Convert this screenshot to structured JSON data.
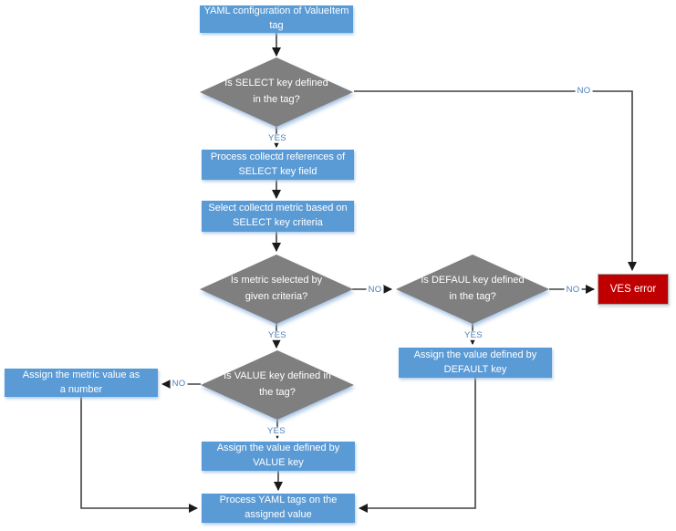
{
  "diagram": {
    "nodes": {
      "yaml_config": "YAML configuration of ValueItem tag",
      "select_key": "Is SELECT key defined in the tag?",
      "process_references": "Process collectd references of SELECT key field",
      "select_metric": "Select collectd metric based on SELECT key criteria",
      "metric_selected": "Is metric selected by given criteria?",
      "default_key": "Is DEFAUL key defined in the tag?",
      "ves_error": "VES error",
      "assign_default": "Assign the value defined by DEFAULT key",
      "value_key": "Is VALUE key defined in the tag?",
      "assign_number": "Assign the metric value as a number",
      "assign_value": "Assign the value defined by VALUE key",
      "process_tags": "Process YAML tags on the assigned value"
    },
    "edge_labels": {
      "select_key_yes": "YES",
      "select_key_no": "NO",
      "metric_selected_yes": "YES",
      "metric_selected_no": "NO",
      "default_key_yes": "YES",
      "default_key_no": "NO",
      "value_key_yes": "YES",
      "value_key_no": "NO"
    },
    "colors": {
      "process_fill": "#5B9BD5",
      "decision_fill": "#7F7F7F",
      "error_fill": "#C00000",
      "connector": "#404040",
      "arrowhead": "#1a1a1a",
      "edge_label_text": "#4a7ebb",
      "node_text": "#FFFFFF"
    }
  }
}
